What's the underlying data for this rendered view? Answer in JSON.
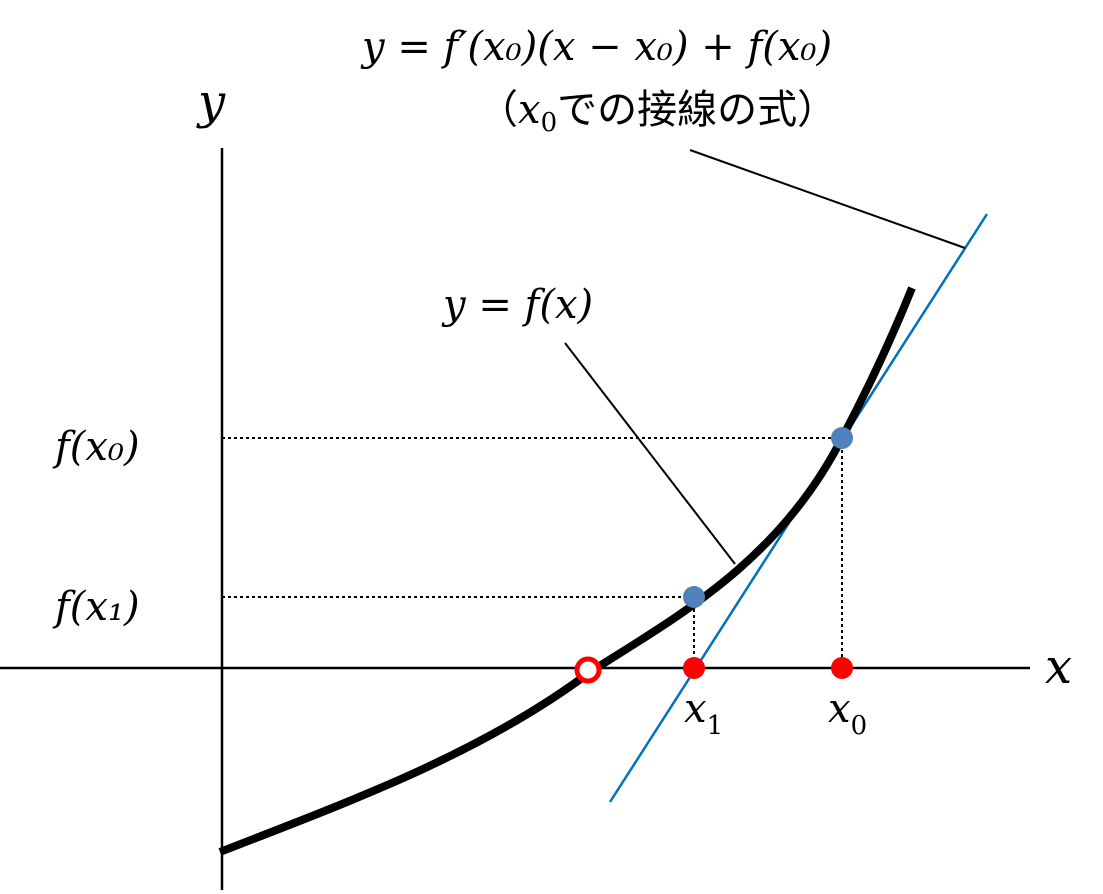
{
  "labels": {
    "axis_y": "y",
    "axis_x": "x",
    "tangent_eq": "y = f′(x₀)(x − x₀) + f(x₀)",
    "tangent_caption_open": "（",
    "tangent_caption_var": "x",
    "tangent_caption_sub": "0",
    "tangent_caption_text": "での接線の式）",
    "curve_eq": "y = f(x)",
    "fx0": "f(x₀)",
    "fx1": "f(x₁)",
    "x0": "x",
    "x0_sub": "0",
    "x1": "x",
    "x1_sub": "1"
  },
  "colors": {
    "curve": "#000000",
    "tangent": "#0070c0",
    "points_on_curve": "#4f81bd",
    "points_on_axis": "#ff0000",
    "root_marker_stroke": "#ff0000",
    "root_marker_fill": "#ffffff",
    "guide_lines": "#000000"
  }
}
